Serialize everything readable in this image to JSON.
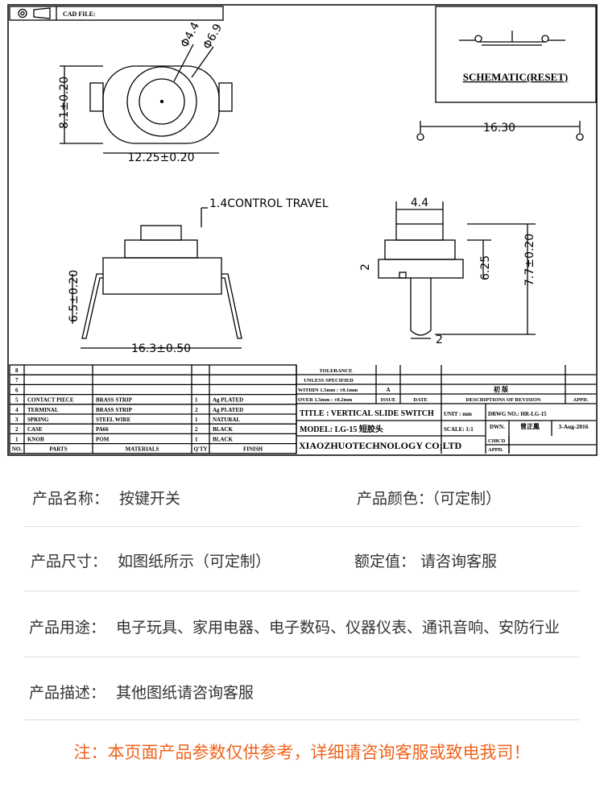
{
  "drawing": {
    "cad_file": "CAD FILE:",
    "schematic_label": "SCHEMATIC(RESET)",
    "dims": {
      "d_inner": "Φ4.4",
      "d_outer": "Φ6.9",
      "height_top": "8.1±0.20",
      "width_top": "12.25±0.20",
      "span": "16.30",
      "control_travel": "1.4CONTROL TRAVEL",
      "front_height": "6.5±0.20",
      "front_width": "16.3±0.50",
      "knob_width": "4.4",
      "side_a": "2",
      "side_b": "6.25",
      "side_c": "7.7±0.20",
      "stem": "2"
    }
  },
  "bom": {
    "headers": [
      "NO.",
      "PARTS",
      "MATERIALS",
      "Q'TY",
      "FINISH"
    ],
    "rows": [
      [
        "8",
        "",
        "",
        "",
        ""
      ],
      [
        "7",
        "",
        "",
        "",
        ""
      ],
      [
        "6",
        "",
        "",
        "",
        ""
      ],
      [
        "5",
        "CONTACT PIECE",
        "BRASS STRIP",
        "1",
        "Ag PLATED"
      ],
      [
        "4",
        "TERMINAL",
        "BRASS STRIP",
        "2",
        "Ag PLATED"
      ],
      [
        "3",
        "SPRING",
        "STEEL WIRE",
        "1",
        "NATURAL"
      ],
      [
        "2",
        "CASE",
        "PA66",
        "2",
        "BLACK"
      ],
      [
        "1",
        "KNOB",
        "POM",
        "1",
        "BLACK"
      ]
    ]
  },
  "titleblock": {
    "tolerance": "TOLERANCE",
    "unless": "UNLESS  SPECIFIED",
    "within": "WITHIN 1.5mm : ±0.1mm",
    "over": "OVER 1.5mm : ±0.2mm",
    "issue_val": "A",
    "revision_val": "初 版",
    "issue": "ISSUE",
    "date": "DATE",
    "descriptions": "DESCRIPTIONS OF REVISION",
    "appd": "APPD.",
    "title": "TITLE :  VERTICAL SLIDE SWITCH",
    "unit": "UNIT : mm",
    "drwg": "DRWG NO.:  HR-LG-15",
    "model": "MODEL:  LG-15 短胶头",
    "scale": "SCALE: 1:1",
    "dwn": "DWN.",
    "dwn_name": "曾正鳳",
    "dwn_date": "3-Aug-2016",
    "company": "XIAOZHUOTECHNOLOGY  CO;LTD",
    "chkd": "CHK'D",
    "appd2": "APPD."
  },
  "specs": [
    {
      "label": "产品名称：",
      "value": "按键开关",
      "label2": "产品颜色：",
      "value2": "（可定制）"
    },
    {
      "label": "产品尺寸：",
      "value": "如图纸所示（可定制）",
      "label2": "额定值：",
      "value2": "请咨询客服"
    },
    {
      "label": "产品用途：",
      "value": "电子玩具、家用电器、电子数码、仪器仪表、通讯音响、安防行业"
    },
    {
      "label": "产品描述：",
      "value": "其他图纸请咨询客服"
    }
  ],
  "note": "注：本页面产品参数仅供参考，详细请咨询客服或致电我司！"
}
